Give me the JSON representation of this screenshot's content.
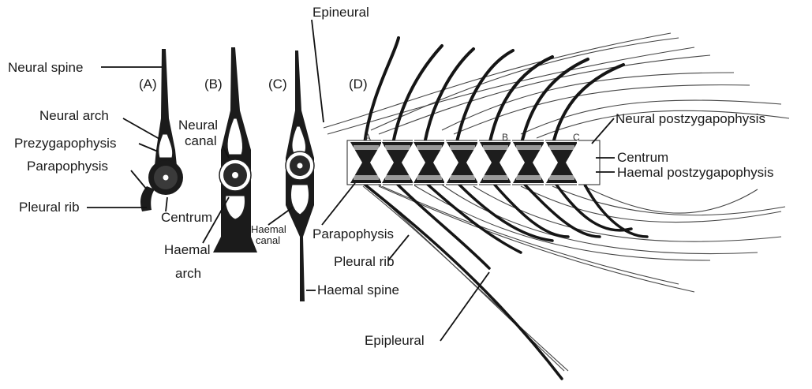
{
  "panels": [
    "(A)",
    "(B)",
    "(C)",
    "(D)"
  ],
  "labels": {
    "epineural": "Epineural",
    "neural_spine": "Neural spine",
    "neural_arch": "Neural arch",
    "prezygapophysis": "Prezygapophysis",
    "parapophysis_a": "Parapophysis",
    "pleural_rib_a": "Pleural rib",
    "centrum_a": "Centrum",
    "neural_canal_1": "Neural",
    "neural_canal_2": "canal",
    "haemal_arch_1": "Haemal",
    "haemal_arch_2": "arch",
    "haemal_canal_1": "Haemal",
    "haemal_canal_2": "canal",
    "haemal_spine": "Haemal spine",
    "parapophysis_d": "Parapophysis",
    "pleural_rib_d": "Pleural rib",
    "epipleural": "Epipleural",
    "neural_postzygapophysis": "Neural postzygapophysis",
    "centrum_d": "Centrum",
    "haemal_postzygapophysis": "Haemal postzygapophysis"
  },
  "vertebra_marks": [
    "A",
    "B",
    "C"
  ]
}
